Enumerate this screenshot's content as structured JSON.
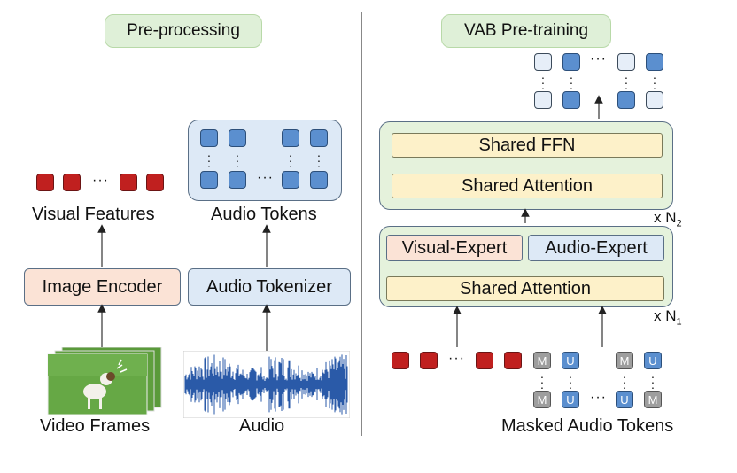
{
  "sections": {
    "left_title": "Pre-processing",
    "right_title": "VAB Pre-training"
  },
  "left": {
    "visual_features_label": "Visual Features",
    "audio_tokens_label": "Audio Tokens",
    "image_encoder_label": "Image Encoder",
    "audio_tokenizer_label": "Audio Tokenizer",
    "video_frames_label": "Video Frames",
    "audio_label": "Audio",
    "ellipsis": "···"
  },
  "right": {
    "shared_ffn_label": "Shared FFN",
    "shared_attention_top_label": "Shared Attention",
    "visual_expert_label": "Visual-Expert",
    "audio_expert_label": "Audio-Expert",
    "shared_attention_bottom_label": "Shared Attention",
    "n2_label": "x N",
    "n2_sub": "2",
    "n1_label": "x N",
    "n1_sub": "1",
    "masked_audio_tokens_label": "Masked Audio Tokens",
    "mask_letter": "M",
    "unmask_letter": "U",
    "ellipsis": "···"
  },
  "colors": {
    "red_token": "#c0201f",
    "blue_token": "#5b8fcf",
    "pale_token": "#e6eef8",
    "gray_token": "#9e9e9e",
    "pill_green": "#dff0d8",
    "panel_green": "#e5f2dc",
    "yellow_block": "#fdf1c9",
    "encoder_orange": "#fbe3d6",
    "tokenizer_blue": "#dde9f6"
  }
}
